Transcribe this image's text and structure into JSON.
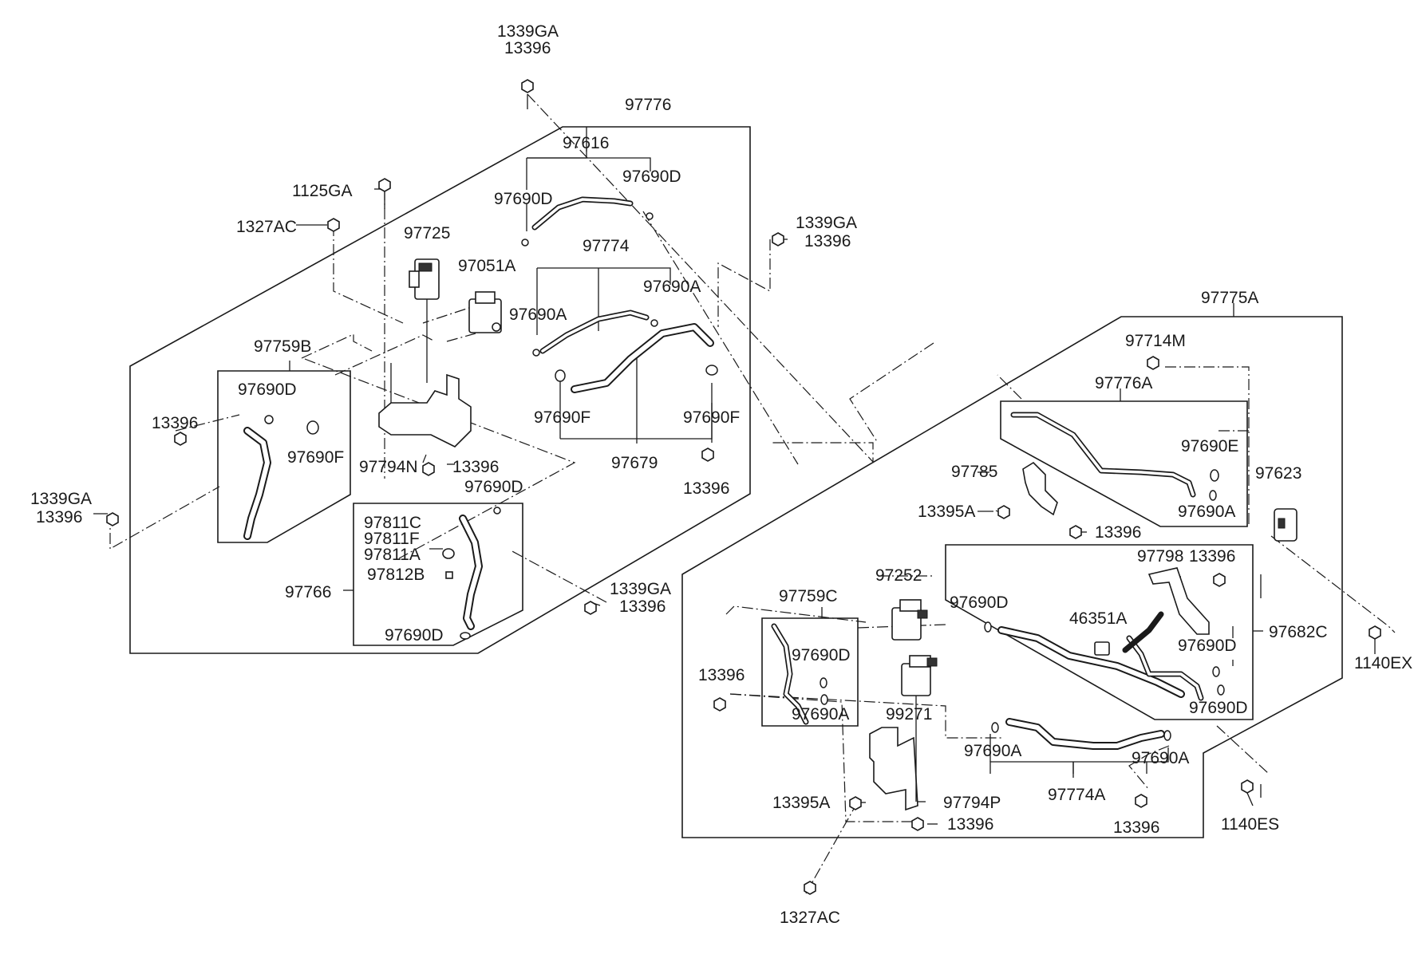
{
  "labels": {
    "l_1339GA_top": "1339GA",
    "l_13396_top": "13396",
    "l_97776": "97776",
    "l_97616": "97616",
    "l_97690D_1": "97690D",
    "l_97690D_2": "97690D",
    "l_1125GA": "1125GA",
    "l_1327AC_1": "1327AC",
    "l_97725": "97725",
    "l_97051A": "97051A",
    "l_97774_1": "97774",
    "l_1339GA_r": "1339GA",
    "l_13396_r": "13396",
    "l_97690A_1": "97690A",
    "l_97690A_2": "97690A",
    "l_97759B": "97759B",
    "l_97690D_3": "97690D",
    "l_13396_l": "13396",
    "l_97690F_1": "97690F",
    "l_97690F_2": "97690F",
    "l_97690F_3": "97690F",
    "l_97794N": "97794N",
    "l_13396_n": "13396",
    "l_97679": "97679",
    "l_13396_b": "13396",
    "l_1339GA_l": "1339GA",
    "l_13396_ll": "13396",
    "l_97690D_4": "97690D",
    "l_97811C": "97811C",
    "l_97811F": "97811F",
    "l_97811A": "97811A",
    "l_97812B": "97812B",
    "l_97766": "97766",
    "l_1339GA_m": "1339GA",
    "l_13396_m": "13396",
    "l_97690D_5": "97690D",
    "l_97775A": "97775A",
    "l_97714M": "97714M",
    "l_97776A": "97776A",
    "l_97690E": "97690E",
    "l_97785": "97785",
    "l_97623": "97623",
    "l_13395A_1": "13395A",
    "l_97690A_3": "97690A",
    "l_13396_s": "13396",
    "l_97798": "97798",
    "l_13396_t": "13396",
    "l_97252": "97252",
    "l_97690D_6": "97690D",
    "l_97759C": "97759C",
    "l_46351A": "46351A",
    "l_97682C": "97682C",
    "l_1140EX": "1140EX",
    "l_97690D_7": "97690D",
    "l_97690D_8": "97690D",
    "l_13396_u": "13396",
    "l_97690A_4": "97690A",
    "l_97690D_9": "97690D",
    "l_99271": "99271",
    "l_97690A_5": "97690A",
    "l_97690A_6": "97690A",
    "l_13395A_2": "13395A",
    "l_97794P": "97794P",
    "l_97774A": "97774A",
    "l_13396_v": "13396",
    "l_13396_w": "13396",
    "l_1140ES": "1140ES",
    "l_1327AC_2": "1327AC"
  }
}
